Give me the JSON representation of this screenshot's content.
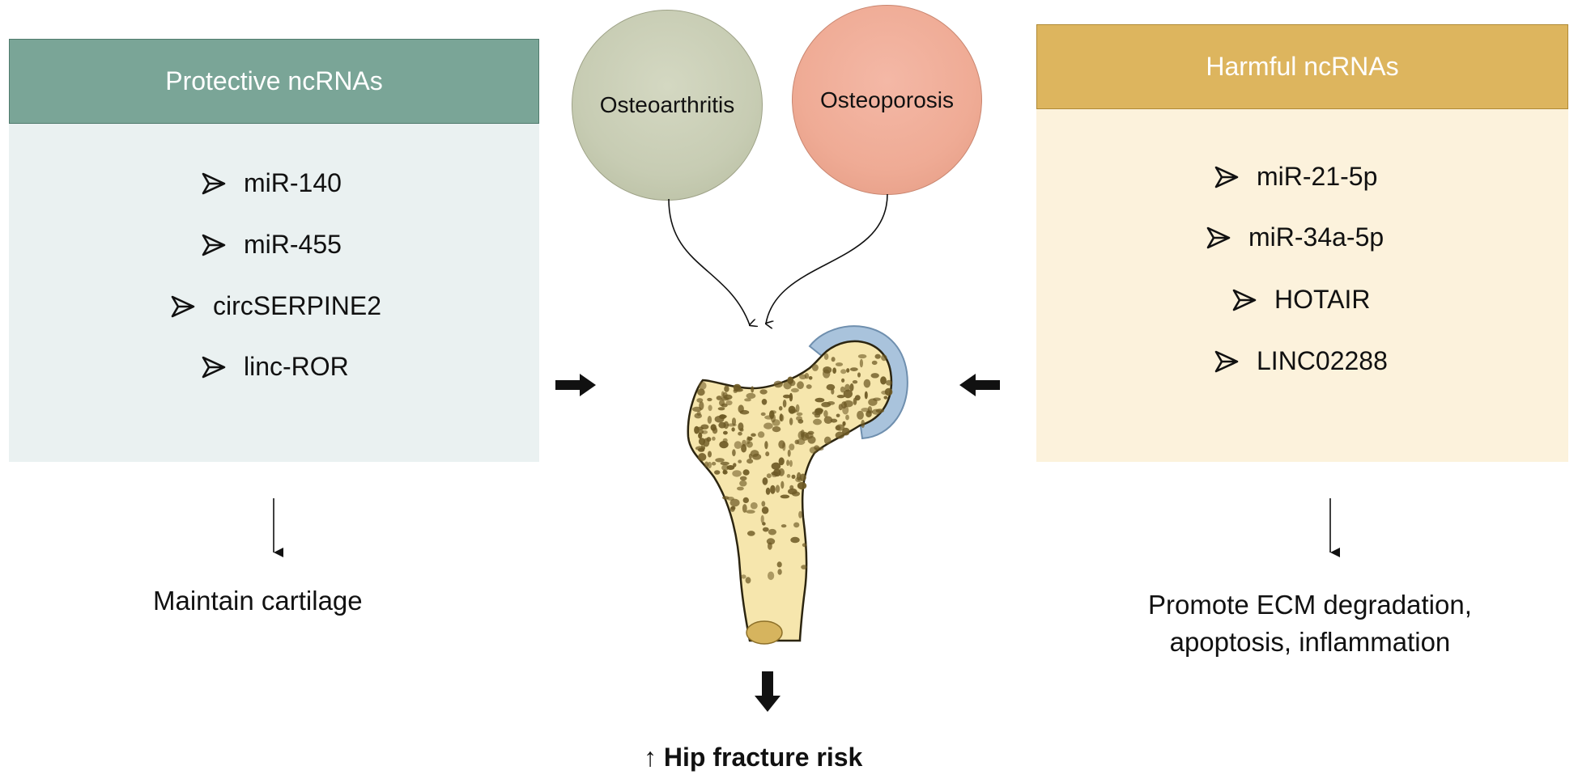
{
  "protective": {
    "title": "Protective ncRNAs",
    "items": [
      "miR-140",
      "miR-455",
      "circSERPINE2",
      "linc-ROR"
    ],
    "outcome": "Maintain cartilage"
  },
  "harmful": {
    "title": "Harmful ncRNAs",
    "items": [
      "miR-21-5p",
      "miR-34a-5p",
      "HOTAIR",
      "LINC02288"
    ],
    "outcome_line1": "Promote ECM degradation,",
    "outcome_line2": "apoptosis, inflammation"
  },
  "conditions": {
    "osteoarthritis": "Osteoarthritis",
    "osteoporosis": "Osteoporosis"
  },
  "result": {
    "arrow": "↑",
    "text": "Hip fracture risk"
  },
  "colors": {
    "protective_header": "#7aa597",
    "protective_body": "#eaf1f1",
    "harmful_header": "#ddb55e",
    "harmful_body": "#fcf2dc",
    "osteoarthritis": "#c7ccb3",
    "osteoporosis": "#efab95",
    "bone": "#f6e6ad",
    "bone_pores": "#6e5a25",
    "cartilage": "#a9c3dc"
  },
  "icons": {
    "bullet": "arrowhead-bullet-icon",
    "bone": "femur-icon"
  }
}
